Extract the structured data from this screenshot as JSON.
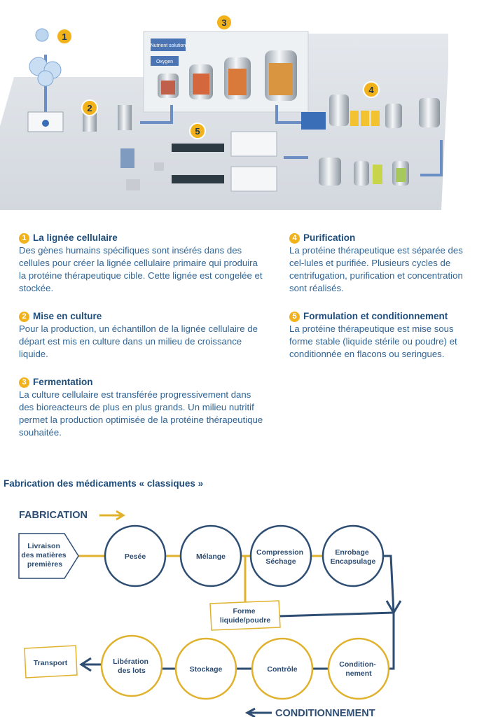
{
  "illustration": {
    "badges": [
      "1",
      "2",
      "3",
      "4",
      "5"
    ],
    "tank_labels": [
      "Nutrient solution",
      "Oxygen"
    ]
  },
  "steps": [
    {
      "num": "1",
      "title": "La lignée cellulaire",
      "text": "Des gènes humains spécifiques sont insérés dans des cellules pour créer la lignée cellulaire primaire qui produira la protéine thérapeutique cible. Cette lignée est congelée et stockée."
    },
    {
      "num": "2",
      "title": "Mise en culture",
      "text": "Pour la production, un échantillon de la lignée cellulaire de départ est mis en culture dans un milieu de croissance liquide."
    },
    {
      "num": "3",
      "title": "Fermentation",
      "text": "La culture cellulaire est transférée progressivement dans des bioreacteurs de plus en plus grands. Un milieu nutritif permet la production optimisée de la protéine thérapeutique souhaitée."
    },
    {
      "num": "4",
      "title": "Purification",
      "text": "La protéine thérapeutique est séparée des cel-lules et purifiée. Plusieurs cycles de centrifugation, purification et concentration sont réalisés."
    },
    {
      "num": "5",
      "title": "Formulation et conditionnement",
      "text": "La protéine thérapeutique est mise sous forme stable (liquide stérile ou poudre) et conditionnée en flacons ou seringues."
    }
  ],
  "section_title": "Fabrication des médicaments « classiques »",
  "flow": {
    "fabrication_label": "FABRICATION",
    "conditionnement_label": "CONDITIONNEMENT",
    "start_lines": [
      "Livraison",
      "des matières",
      "premières"
    ],
    "top_nodes": [
      {
        "lines": [
          "Pesée"
        ]
      },
      {
        "lines": [
          "Mélange"
        ]
      },
      {
        "lines": [
          "Compression",
          "Séchage"
        ]
      },
      {
        "lines": [
          "Enrobage",
          "Encapsulage"
        ]
      }
    ],
    "middle_box_lines": [
      "Forme",
      "liquide/poudre"
    ],
    "bottom_nodes": [
      {
        "lines": [
          "Condition-",
          "nement"
        ]
      },
      {
        "lines": [
          "Contrôle"
        ]
      },
      {
        "lines": [
          "Stockage"
        ]
      },
      {
        "lines": [
          "Libération",
          "des lots"
        ]
      }
    ],
    "end_lines": [
      "Transport"
    ]
  },
  "colors": {
    "blue": "#2d4d73",
    "gold": "#e0b12c",
    "badge": "#f2b21b"
  }
}
